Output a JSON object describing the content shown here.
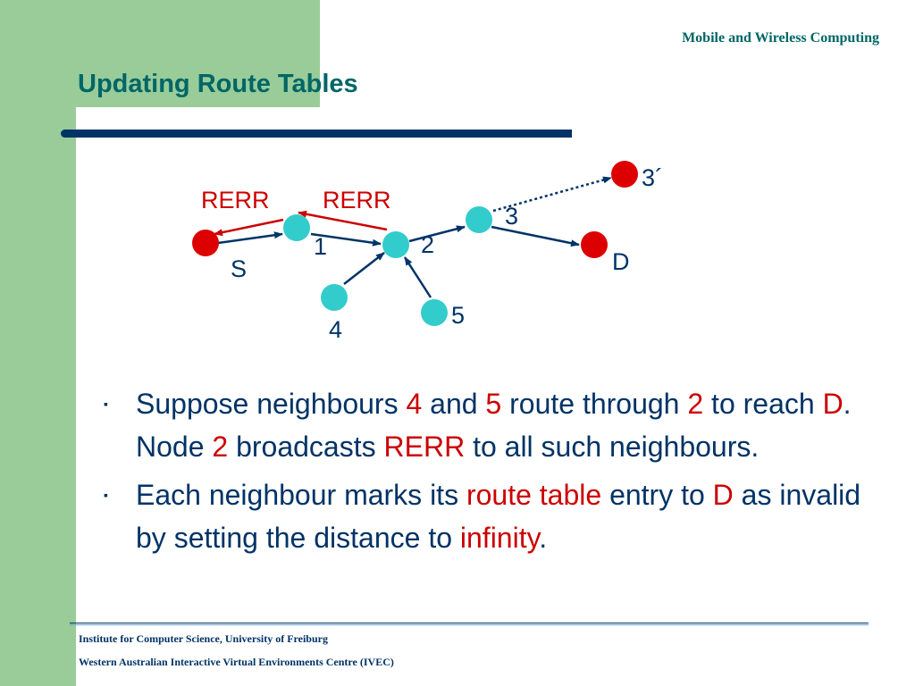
{
  "header": {
    "course_title": "Mobile and Wireless Computing",
    "slide_title": "Updating Route Tables"
  },
  "diagram": {
    "nodes": [
      {
        "id": "S",
        "label": "S",
        "color": "#dd0000"
      },
      {
        "id": "1",
        "label": "1",
        "color": "#33cccc"
      },
      {
        "id": "2",
        "label": "2",
        "color": "#33cccc"
      },
      {
        "id": "3",
        "label": "3",
        "color": "#33cccc"
      },
      {
        "id": "3p",
        "label": "3´",
        "color": "#dd0000"
      },
      {
        "id": "D",
        "label": "D",
        "color": "#dd0000"
      },
      {
        "id": "4",
        "label": "4",
        "color": "#33cccc"
      },
      {
        "id": "5",
        "label": "5",
        "color": "#33cccc"
      }
    ],
    "rerr_label_1": "RERR",
    "rerr_label_2": "RERR"
  },
  "bullets": [
    {
      "parts": [
        {
          "text": "Suppose neighbours ",
          "red": false
        },
        {
          "text": "4",
          "red": true
        },
        {
          "text": " and ",
          "red": false
        },
        {
          "text": "5",
          "red": true
        },
        {
          "text": " route through ",
          "red": false
        },
        {
          "text": "2",
          "red": true
        },
        {
          "text": " to reach ",
          "red": false
        },
        {
          "text": "D",
          "red": true
        },
        {
          "text": ". Node ",
          "red": false
        },
        {
          "text": "2",
          "red": true
        },
        {
          "text": " broadcasts ",
          "red": false
        },
        {
          "text": "RERR",
          "red": true
        },
        {
          "text": " to all such neighbours.",
          "red": false
        }
      ]
    },
    {
      "parts": [
        {
          "text": "Each neighbour marks its ",
          "red": false
        },
        {
          "text": "route table",
          "red": true
        },
        {
          "text": " entry to ",
          "red": false
        },
        {
          "text": "D",
          "red": true
        },
        {
          "text": " as invalid by setting the distance to ",
          "red": false
        },
        {
          "text": "infinity",
          "red": true
        },
        {
          "text": ".",
          "red": false
        }
      ]
    }
  ],
  "footer": {
    "line1": "Institute for Computer Science, University of Freiburg",
    "line2": "Western Australian Interactive Virtual Environments Centre (IVEC)"
  },
  "colors": {
    "accent_green": "#99cc99",
    "title_teal": "#006666",
    "navy": "#003366",
    "red": "#cc0000",
    "node_cyan": "#33cccc",
    "node_red": "#dd0000"
  }
}
